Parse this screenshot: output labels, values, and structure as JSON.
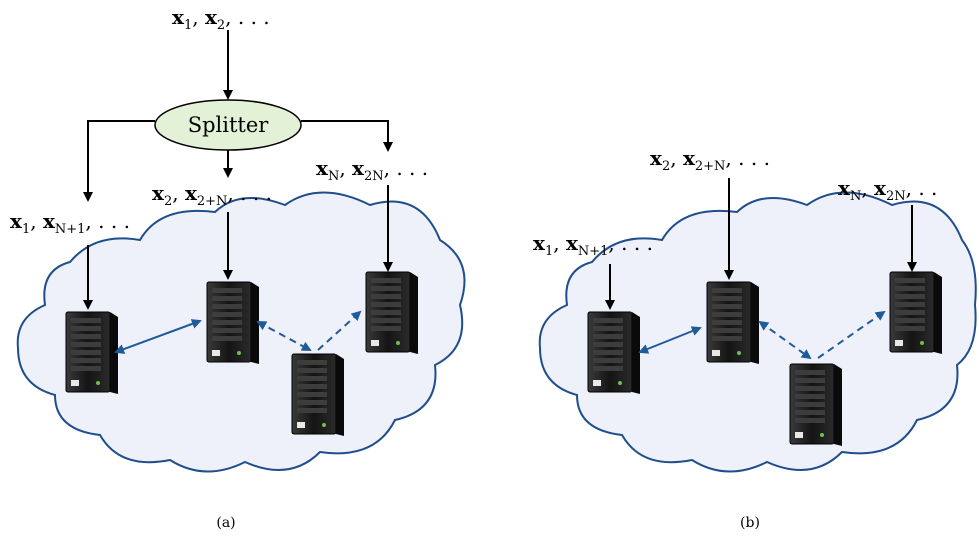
{
  "panel_a": {
    "caption": "(a)",
    "splitter_label": "Splitter",
    "input_stream": [
      "x",
      "1",
      ", ",
      "x",
      "2",
      ", . . ."
    ],
    "stream_1": [
      "x",
      "1",
      ", ",
      "x",
      "N+1",
      ", . . ."
    ],
    "stream_2": [
      "x",
      "2",
      ", ",
      "x",
      "2+N",
      ", . . ."
    ],
    "stream_N": [
      "x",
      "N",
      ", ",
      "x",
      "2N",
      ", . . ."
    ]
  },
  "panel_b": {
    "caption": "(b)",
    "stream_1": [
      "x",
      "1",
      ", ",
      "x",
      "N+1",
      ", . . ."
    ],
    "stream_2": [
      "x",
      "2",
      ", ",
      "x",
      "2+N",
      ", . . ."
    ],
    "stream_N": [
      "x",
      "N",
      ", ",
      "x",
      "2N",
      ", . ."
    ]
  },
  "colors": {
    "cloud_fill": "#eef0fa",
    "cloud_stroke": "#1f4e8c",
    "splitter_fill": "#e3f2d6",
    "link_color": "#1f5a9a",
    "server_body": "#1c1c1c"
  }
}
